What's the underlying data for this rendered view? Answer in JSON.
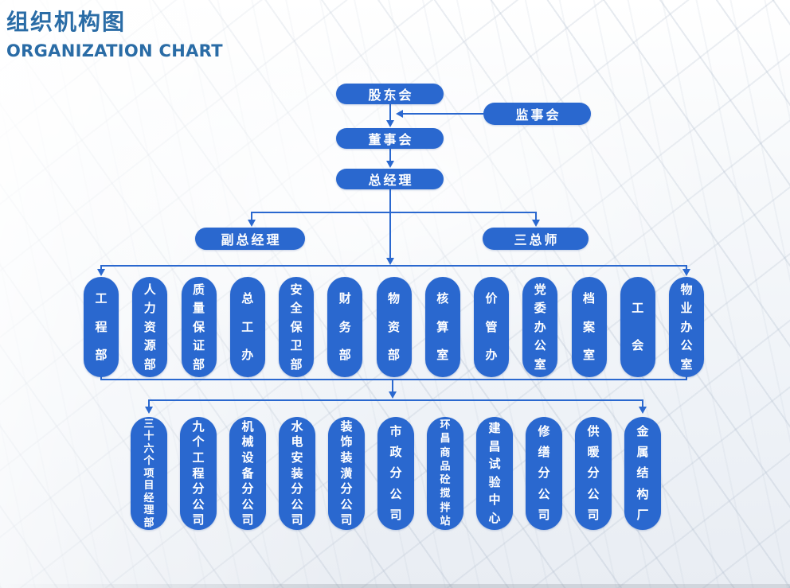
{
  "header": {
    "title_zh": "组织机构图",
    "title_en": "ORGANIZATION CHART"
  },
  "colors": {
    "accent_blue": "#2a68cf",
    "title_blue": "#2a6ca6",
    "box_text": "#ffffff"
  },
  "org": {
    "shareholders": "股东会",
    "supervisory_board": "监事会",
    "board_of_directors": "董事会",
    "general_manager": "总经理",
    "deputy_general_manager": "副总经理",
    "three_chief_engineers": "三总师"
  },
  "departments": [
    "工程部",
    "人力资源部",
    "质量保证部",
    "总工办",
    "安全保卫部",
    "财务部",
    "物资部",
    "核算室",
    "价管办",
    "党委办公室",
    "档案室",
    "工会",
    "物业办公室"
  ],
  "subsidiaries": [
    "三十六个项目经理部",
    "九个工程分公司",
    "机械设备分公司",
    "水电安装分公司",
    "装饰装潢分公司",
    "市政分公司",
    "环昌商品砼搅拌站",
    "建昌试验中心",
    "修缮分公司",
    "供暖分公司",
    "金属结构厂"
  ]
}
